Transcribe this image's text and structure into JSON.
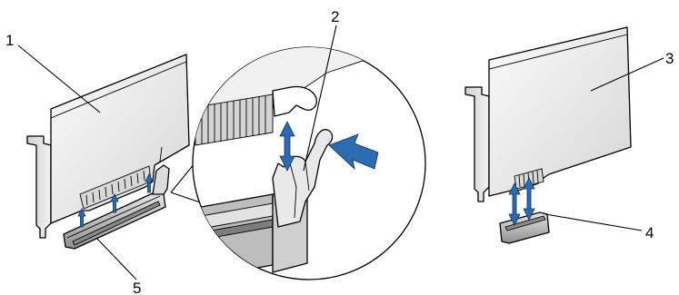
{
  "callouts": [
    {
      "number": "1",
      "target": "pci-express-x16-card"
    },
    {
      "number": "2",
      "target": "securing-tab"
    },
    {
      "number": "3",
      "target": "pci-express-x1-card"
    },
    {
      "number": "4",
      "target": "pci-express-x1-card-slot"
    },
    {
      "number": "5",
      "target": "pci-express-x16-card-slot"
    }
  ],
  "colors": {
    "card_fill_light": "#f4f4f4",
    "card_fill_dark": "#c9c9c9",
    "slot_fill": "#bdbdbd",
    "arrow_fill": "#2b6cb0",
    "outline": "#000000"
  }
}
